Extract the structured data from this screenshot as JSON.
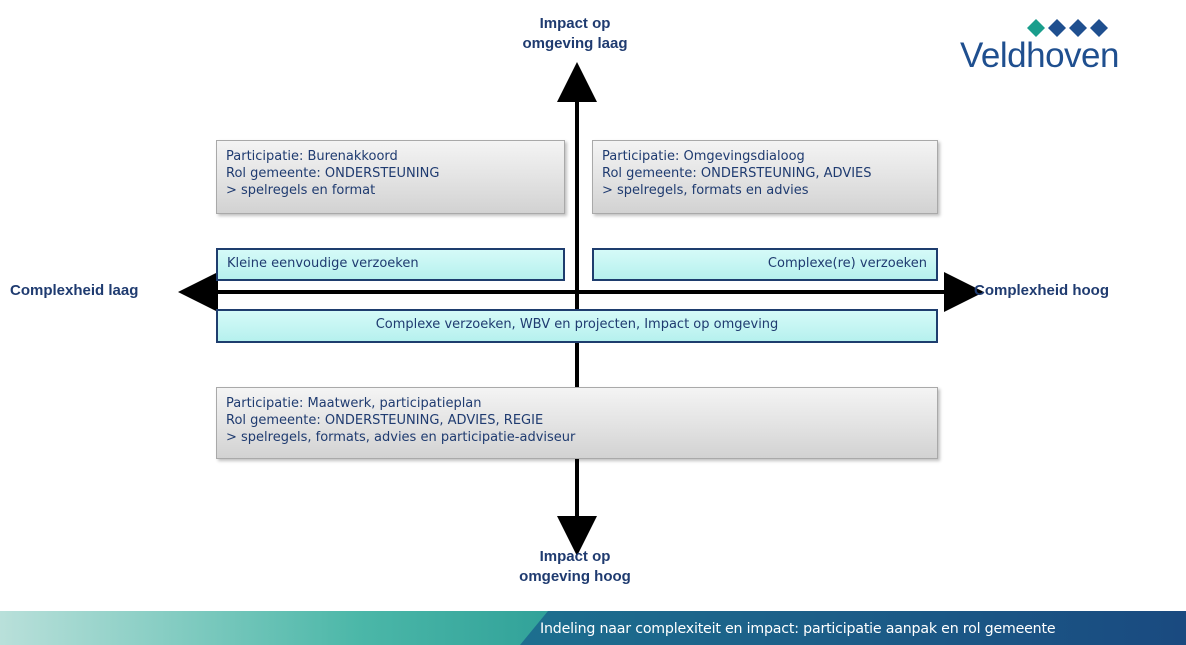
{
  "axes": {
    "top": [
      "Impact op",
      "omgeving laag"
    ],
    "bottom": [
      "Impact op",
      "omgeving hoog"
    ],
    "left": "Complexheid laag",
    "right": "Complexheid hoog"
  },
  "quadrants": {
    "top_left": {
      "lines": [
        "Participatie: Burenakkoord",
        "Rol gemeente: ONDERSTEUNING",
        "> spelregels en format"
      ]
    },
    "top_right": {
      "lines": [
        "Participatie: Omgevingsdialoog",
        "Rol gemeente: ONDERSTEUNING, ADVIES",
        "> spelregels, formats en advies"
      ]
    },
    "bottom": {
      "lines": [
        "Participatie: Maatwerk, participatieplan",
        "Rol gemeente: ONDERSTEUNING, ADVIES, REGIE",
        "> spelregels, formats, advies en participatie-adviseur"
      ]
    }
  },
  "chips": {
    "left": "Kleine eenvoudige verzoeken",
    "right": "Complexe(re) verzoeken",
    "wide": "Complexe verzoeken, WBV en projecten, Impact op omgeving"
  },
  "logo": {
    "text": "Veldhoven",
    "colors": [
      "#1a9e8c",
      "#1f4f8f"
    ]
  },
  "footer": {
    "text": "Indeling naar complexiteit en impact: participatie aanpak en rol gemeente",
    "colors": [
      "#a9d9d2",
      "#3ab0a0",
      "#1d6f8f",
      "#1a4f80"
    ]
  }
}
